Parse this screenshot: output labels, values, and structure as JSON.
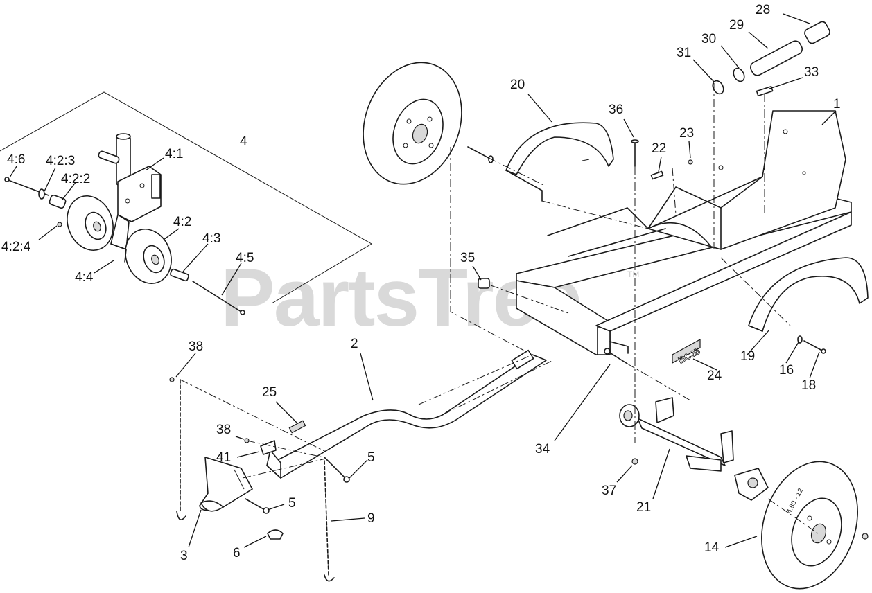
{
  "watermark": {
    "text": "PartsTree",
    "trademark": "TM"
  },
  "decals": {
    "frame_decal": "BC25",
    "tire_size": "4.80 - 12"
  },
  "callouts": [
    {
      "id": "c-1",
      "label": "1"
    },
    {
      "id": "c-2",
      "label": "2"
    },
    {
      "id": "c-3",
      "label": "3"
    },
    {
      "id": "c-4",
      "label": "4"
    },
    {
      "id": "c-4-1",
      "label": "4:1"
    },
    {
      "id": "c-4-2",
      "label": "4:2"
    },
    {
      "id": "c-4-2-2",
      "label": "4:2:2"
    },
    {
      "id": "c-4-2-3",
      "label": "4:2:3"
    },
    {
      "id": "c-4-2-4",
      "label": "4:2:4"
    },
    {
      "id": "c-4-3",
      "label": "4:3"
    },
    {
      "id": "c-4-4",
      "label": "4:4"
    },
    {
      "id": "c-4-5",
      "label": "4:5"
    },
    {
      "id": "c-4-6",
      "label": "4:6"
    },
    {
      "id": "c-5a",
      "label": "5"
    },
    {
      "id": "c-5b",
      "label": "5"
    },
    {
      "id": "c-6",
      "label": "6"
    },
    {
      "id": "c-9",
      "label": "9"
    },
    {
      "id": "c-14",
      "label": "14"
    },
    {
      "id": "c-16",
      "label": "16"
    },
    {
      "id": "c-18",
      "label": "18"
    },
    {
      "id": "c-19",
      "label": "19"
    },
    {
      "id": "c-20",
      "label": "20"
    },
    {
      "id": "c-21",
      "label": "21"
    },
    {
      "id": "c-22",
      "label": "22"
    },
    {
      "id": "c-23",
      "label": "23"
    },
    {
      "id": "c-24",
      "label": "24"
    },
    {
      "id": "c-25",
      "label": "25"
    },
    {
      "id": "c-28",
      "label": "28"
    },
    {
      "id": "c-29",
      "label": "29"
    },
    {
      "id": "c-30",
      "label": "30"
    },
    {
      "id": "c-31",
      "label": "31"
    },
    {
      "id": "c-33",
      "label": "33"
    },
    {
      "id": "c-34",
      "label": "34"
    },
    {
      "id": "c-35",
      "label": "35"
    },
    {
      "id": "c-36",
      "label": "36"
    },
    {
      "id": "c-37",
      "label": "37"
    },
    {
      "id": "c-38a",
      "label": "38"
    },
    {
      "id": "c-38b",
      "label": "38"
    },
    {
      "id": "c-41",
      "label": "41"
    }
  ]
}
